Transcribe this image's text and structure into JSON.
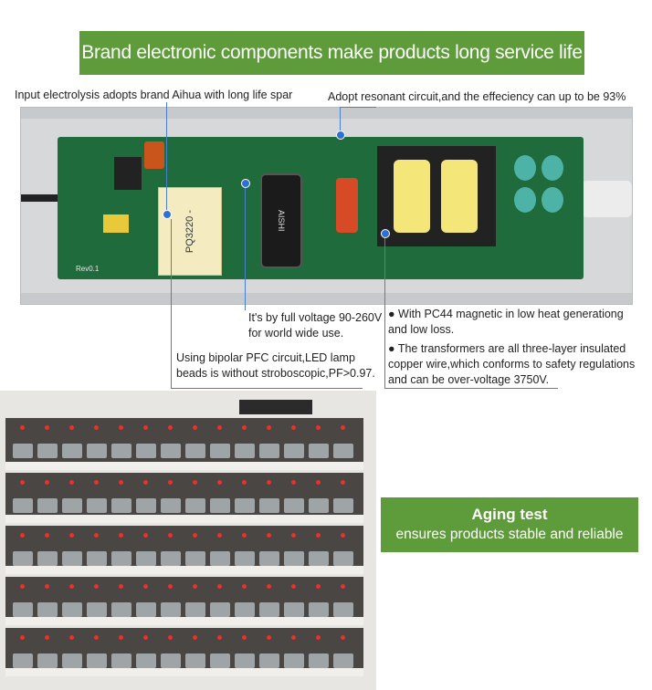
{
  "banner": {
    "title": "Brand electronic components make products long service life"
  },
  "annotations": {
    "electrolysis": "Input electrolysis adopts brand Aihua with long life spar",
    "resonant": "Adopt resonant circuit,and the effeciency can up to be 93%",
    "voltage": [
      "It's by full voltage 90-260V",
      "for world wide use."
    ],
    "pfc": [
      "Using bipolar PFC circuit,LED lamp",
      "beads is without stroboscopic,PF>0.97."
    ],
    "pc44": [
      "With PC44 magnetic in low heat generationg",
      "and low loss."
    ],
    "transformers": [
      "The transformers are all three-layer insulated",
      "copper wire,which conforms to safety regulations",
      "and can be over-voltage 3750V."
    ],
    "bullet": "●"
  },
  "board": {
    "rev": "Rev0.1",
    "capacitor_brand": "AISHI",
    "ic_label": "PQ3220 -"
  },
  "aging": {
    "title": "Aging test",
    "subtitle": "ensures products stable and reliable"
  },
  "colors": {
    "banner_green": "#5e9b3a",
    "pcb_green": "#1f6b3c",
    "callout_blue": "#4a7fd0"
  }
}
